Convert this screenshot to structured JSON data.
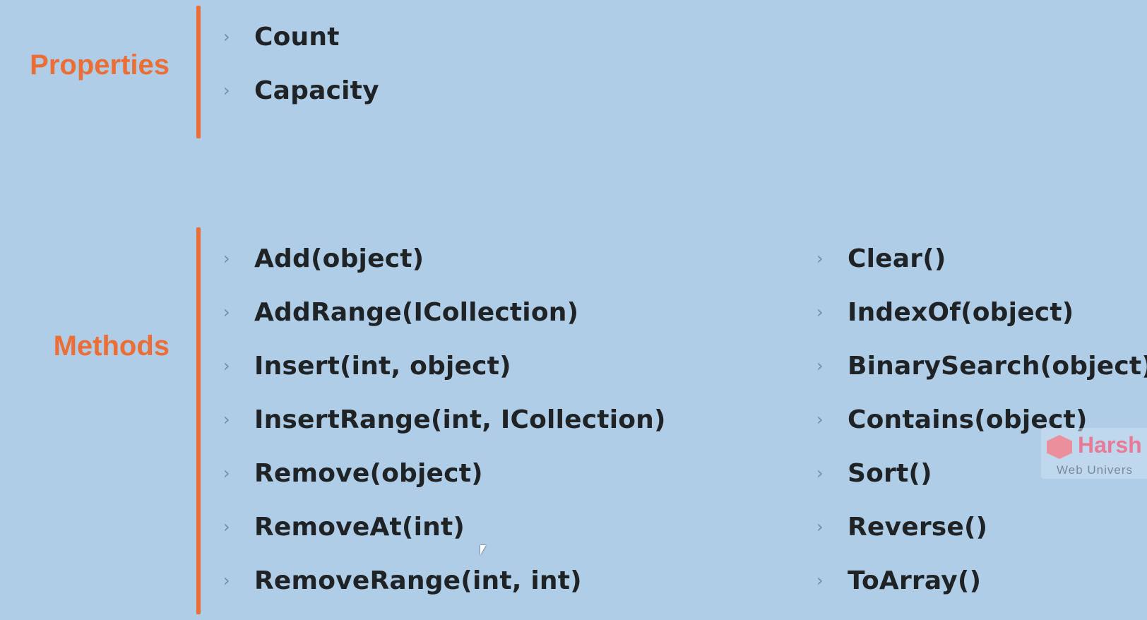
{
  "properties": {
    "label": "Properties",
    "items": [
      "Count",
      "Capacity"
    ]
  },
  "methods": {
    "label": "Methods",
    "left": [
      "Add(object)",
      "AddRange(ICollection)",
      "Insert(int, object)",
      "InsertRange(int, ICollection)",
      "Remove(object)",
      "RemoveAt(int)",
      "RemoveRange(int, int)"
    ],
    "right": [
      "Clear()",
      "IndexOf(object)",
      "BinarySearch(object)",
      "Contains(object)",
      "Sort()",
      "Reverse()",
      "ToArray()"
    ]
  },
  "watermark": {
    "name": "Harsh",
    "subtitle": "Web Univers",
    "icon": "harsha-logo-icon"
  },
  "icons": {
    "bullet": "chevron-right-icon",
    "cursor": "mouse-pointer-icon"
  },
  "colors": {
    "background": "#afcde6",
    "accent": "#ec6e37",
    "text": "#1f2326"
  }
}
